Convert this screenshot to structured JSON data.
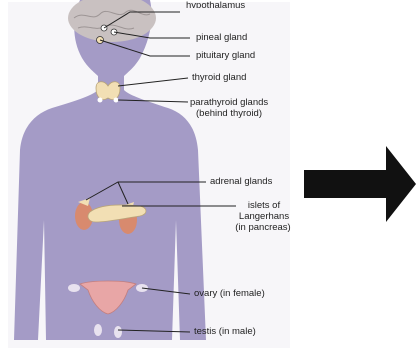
{
  "colors": {
    "panel_bg": "#f7f6f9",
    "body_fill": "#a49bc6",
    "brain_fill": "#c9c1c1",
    "gland_fill": "#f2dfb4",
    "arrow_fill": "#111111",
    "leader_line": "#222222"
  },
  "labels": {
    "hypothalamus": "hypothalamus",
    "pineal": "pineal gland",
    "pituitary": "pituitary gland",
    "thyroid": "thyroid gland",
    "parathyroid_1": "parathyroid glands",
    "parathyroid_2": "(behind thyroid)",
    "adrenal": "adrenal glands",
    "islets_1": "islets of",
    "islets_2": "Langerhans",
    "islets_3": "(in pancreas)",
    "ovary": "ovary (in female)",
    "testis": "testis (in male)"
  },
  "icons": {
    "arrow": "arrow-right-icon"
  }
}
